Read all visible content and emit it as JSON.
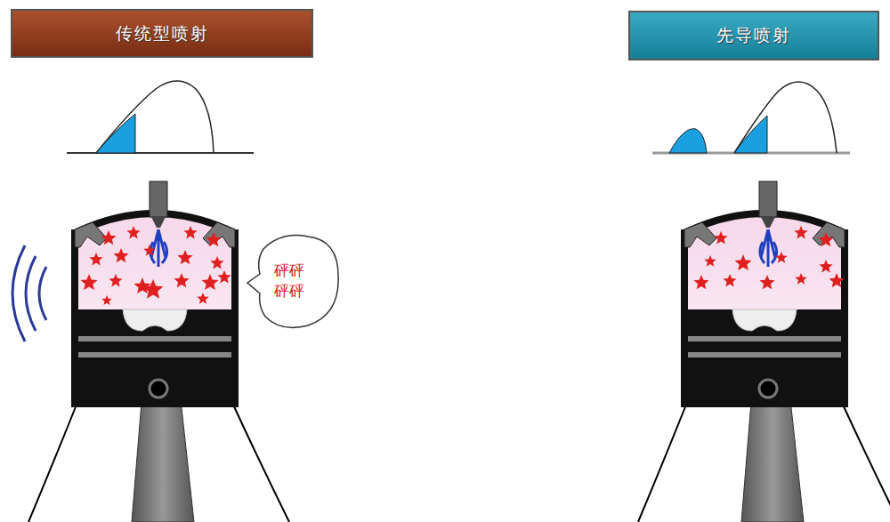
{
  "diagram": {
    "nodes": [
      {
        "text": [
          "传统型喷射"
        ]
      },
      {
        "text": [
          "先导喷射"
        ]
      },
      {
        "text": [
          "砰砰 砰砰"
        ]
      }
    ]
  }
}
